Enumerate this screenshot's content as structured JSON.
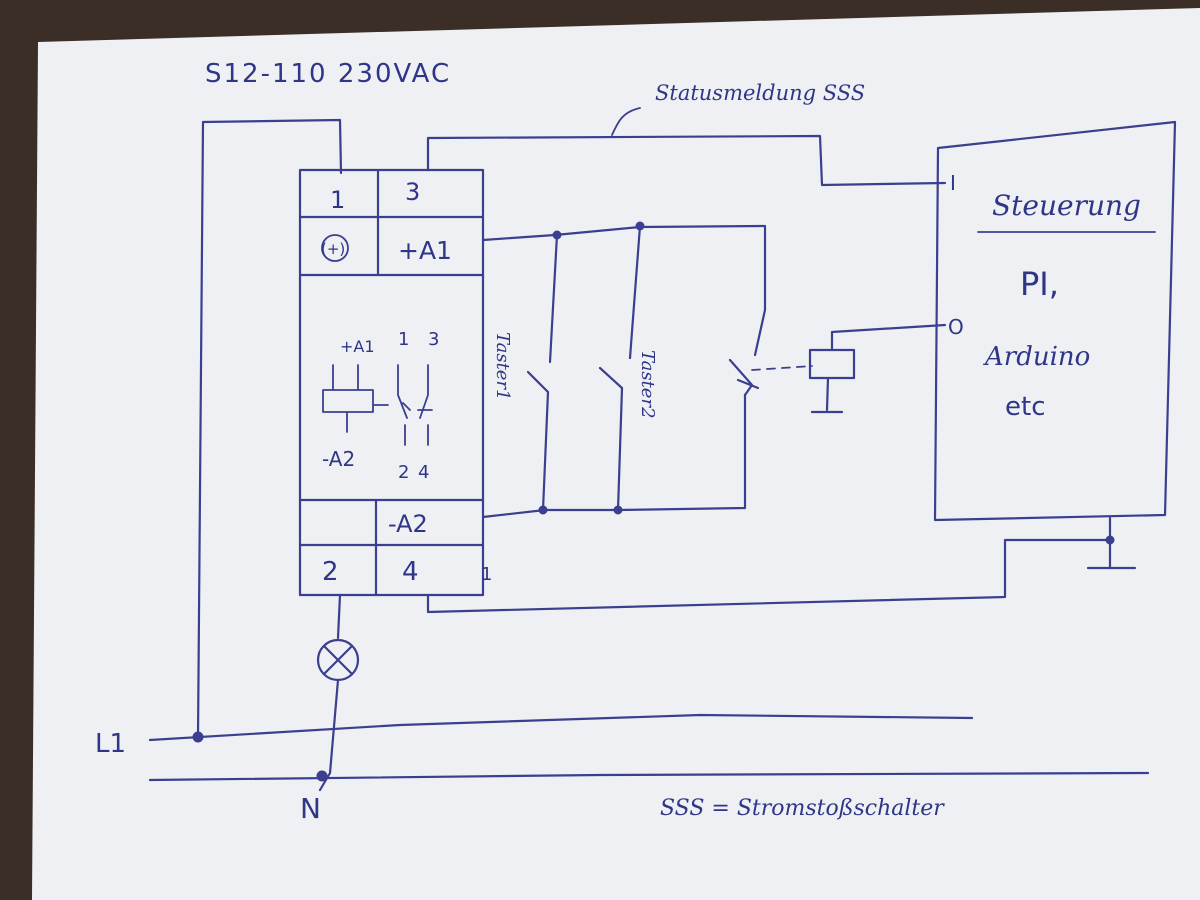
{
  "title": "S12-110 230VAC",
  "status_label": "Statusmeldung SSS",
  "relay_block": {
    "terminal_1": "1",
    "terminal_3": "3",
    "terminal_plus": "(+)",
    "terminal_plus_a1": "+A1",
    "terminal_minus_a2": "-A2",
    "terminal_2": "2",
    "terminal_4": "4",
    "symbol_plus_a1": "+A1",
    "symbol_1": "1",
    "symbol_3": "3",
    "symbol_minus_a2": "-A2",
    "symbol_2": "2",
    "symbol_4": "4",
    "side_mark": "1"
  },
  "buttons": {
    "button_1": "Taster1",
    "button_2": "Taster2"
  },
  "controller": {
    "title": "Steuerung",
    "line1": "PI,",
    "line2": "Arduino",
    "line3": "etc",
    "input_label": "I",
    "output_label": "O"
  },
  "mains": {
    "l1": "L1",
    "n": "N"
  },
  "footnote": "SSS = Stromstoßschalter",
  "colors": {
    "paper": "#eef0f3",
    "ink": "#3b3f8f",
    "background": "#3a2e26"
  }
}
